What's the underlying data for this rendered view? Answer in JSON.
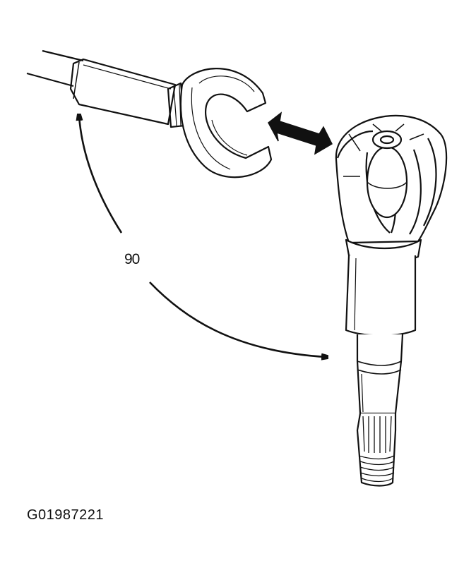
{
  "diagram": {
    "callout_angle": "90",
    "figure_id": "G01987221",
    "colors": {
      "ink": "#111111",
      "background": "#ffffff"
    },
    "parts": [
      "tool-shaft",
      "tool-c-jaw",
      "cv-joint-housing",
      "cv-joint-stem",
      "splined-shaft"
    ]
  }
}
